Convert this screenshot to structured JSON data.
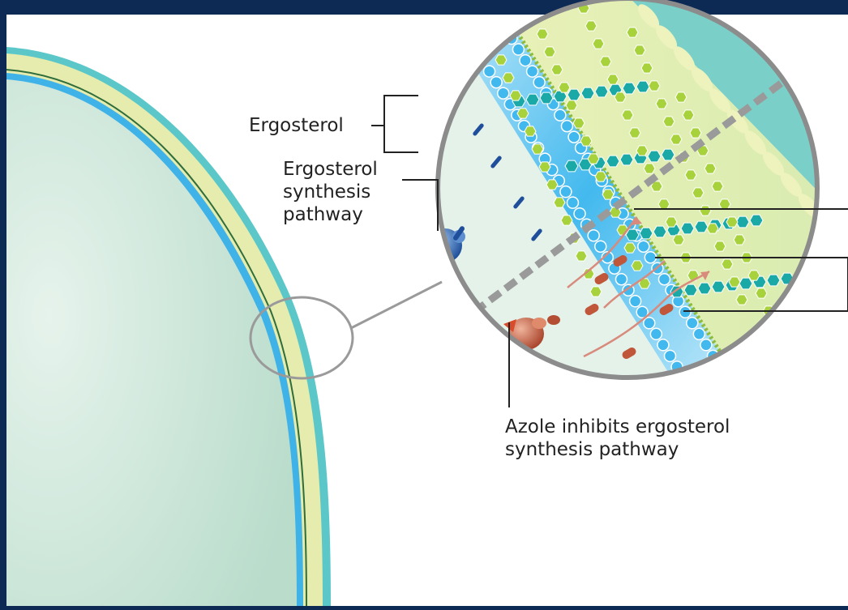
{
  "labels": {
    "ergosterol": "Ergosterol",
    "synthesis_pathway": [
      "Ergosterol",
      "synthesis",
      "pathway"
    ],
    "azole_note": [
      "Azole inhibits ergosterol",
      "synthesis pathway"
    ]
  },
  "colors": {
    "frame_background": "#0d2a55",
    "canvas_background": "#ffffff",
    "cytoplasm": "#cfe8dc",
    "cell_wall_outer": "#5cc7c9",
    "cell_wall_middle": "#e6ecae",
    "plasma_membrane": "#3fb3e8",
    "membrane_line": "#2f6e3c",
    "zoom_circle": "#8c8c8c",
    "lipid_head": "#41b8ee",
    "ergosterol_marker": "#1f4f9a",
    "glucan_chain": "#1aa9a7",
    "chitin_chain": "#a8d23c",
    "enzyme_active": "#2f5fa8",
    "enzyme_inhibited": "#c0573a",
    "azole_arrow": "#d94b2b"
  }
}
